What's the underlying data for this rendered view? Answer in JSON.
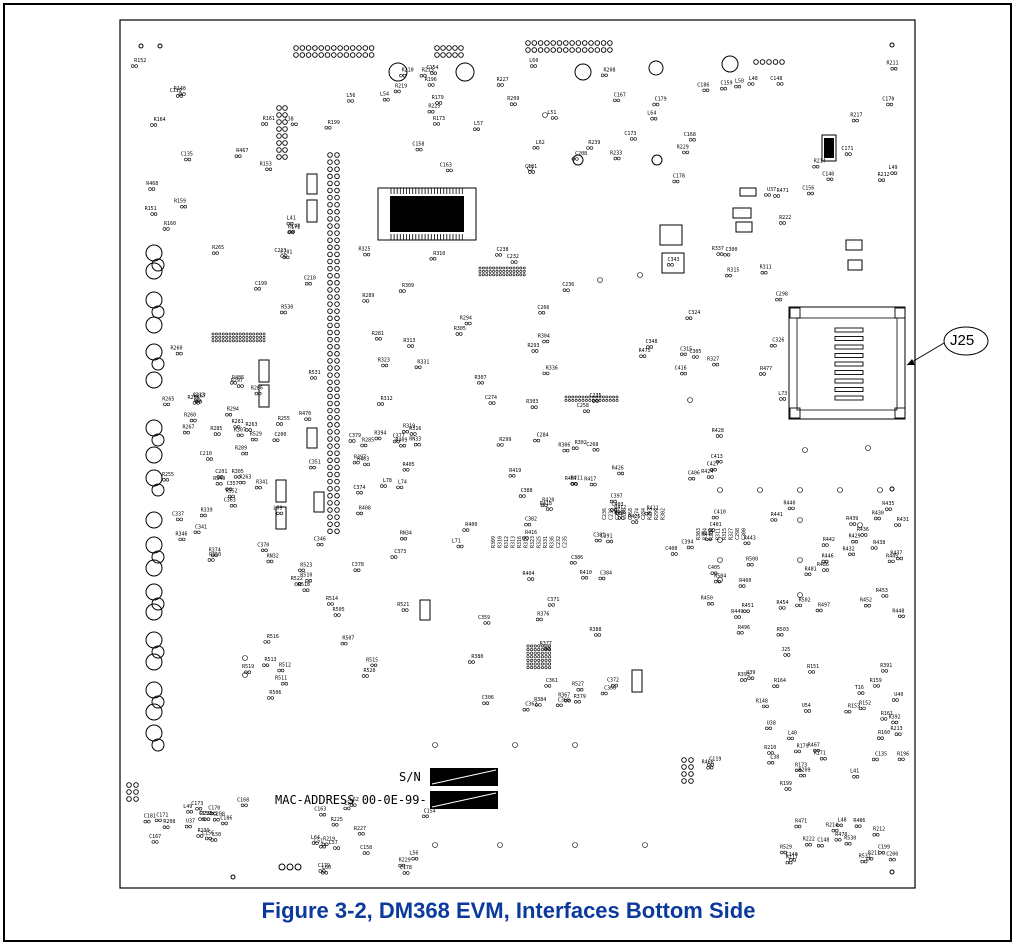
{
  "caption": "Figure 3-2, DM368 EVM, Interfaces Bottom Side",
  "callout": {
    "label": "J25",
    "target_label": "J25"
  },
  "serial_label": "S/N",
  "mac_label": "MAC-ADDRESS 00-0E-99-",
  "colors": {
    "caption": "#0b3a9c",
    "ink": "#000000",
    "background": "#ffffff"
  },
  "silkscreen": [
    "R151",
    "R152",
    "R153",
    "R161",
    "R159",
    "R164",
    "R148",
    "R160",
    "R171",
    "R467",
    "L38",
    "L40",
    "L41",
    "R468",
    "C119",
    "C135",
    "R173",
    "R179",
    "R199",
    "R196",
    "R209",
    "R210",
    "R213",
    "R219",
    "C154",
    "R225",
    "R227",
    "C163",
    "C158",
    "L56",
    "L57",
    "L54",
    "L51",
    "L60",
    "L64",
    "L62",
    "R229",
    "C179",
    "C178",
    "R208",
    "C208",
    "R233",
    "R239",
    "C181",
    "C186",
    "C167",
    "C168",
    "C173",
    "C170",
    "C171",
    "C156",
    "C159",
    "U37",
    "L49",
    "L50",
    "L48",
    "R217",
    "R222",
    "C148",
    "R211",
    "R212",
    "R214",
    "C140",
    "R471",
    "R470",
    "R486",
    "R529",
    "R530",
    "R531",
    "C200",
    "C199",
    "C201",
    "C210",
    "C213",
    "R255",
    "R260",
    "R263",
    "R265",
    "R266",
    "R267",
    "R281",
    "R285",
    "R289",
    "R294",
    "R297",
    "R305",
    "R307",
    "R309",
    "R310",
    "R312",
    "R313",
    "R316",
    "R319",
    "R323",
    "R325",
    "R331",
    "R336",
    "C232",
    "C235",
    "C236",
    "C238",
    "C258",
    "C266",
    "C268",
    "C274",
    "C284",
    "R293",
    "R299",
    "R302",
    "R303",
    "R304",
    "R306",
    "R311",
    "R315",
    "R327",
    "C298",
    "C300",
    "C305",
    "C315",
    "C324",
    "C326",
    "R337",
    "C416",
    "R477",
    "R475",
    "C343",
    "L73",
    "C348",
    "R339",
    "R341",
    "R346",
    "R349",
    "R350",
    "R352",
    "C337",
    "C341",
    "C351",
    "C357",
    "C363",
    "C370",
    "L69",
    "R374",
    "C346",
    "RN32",
    "RN33",
    "RN34",
    "L71",
    "L74",
    "L78",
    "R394",
    "R400",
    "R405",
    "R408",
    "R409",
    "C373",
    "C374",
    "C379",
    "C377",
    "C378",
    "R403",
    "R404",
    "R406",
    "R407",
    "R410",
    "R411",
    "R412",
    "R416",
    "R417",
    "R418",
    "R419",
    "R420",
    "C381",
    "C382",
    "C384",
    "C386",
    "C388",
    "C391",
    "C394",
    "C397",
    "C401",
    "C403",
    "C405",
    "C406",
    "C408",
    "C410",
    "C413",
    "C427",
    "R421",
    "R424",
    "R425",
    "R426",
    "R428",
    "R429",
    "R430",
    "R431",
    "R432",
    "R435",
    "R436",
    "R437",
    "R438",
    "R439",
    "R440",
    "R441",
    "R442",
    "R443",
    "R445",
    "R446",
    "R447",
    "R448",
    "R449",
    "R450",
    "R451",
    "R452",
    "R453",
    "R454",
    "R460",
    "R481",
    "R486",
    "R496",
    "R497",
    "R500",
    "R502",
    "R503",
    "R504",
    "R505",
    "R506",
    "R507",
    "R510",
    "R511",
    "R512",
    "R513",
    "R514",
    "R515",
    "R516",
    "R518",
    "R519",
    "R520",
    "R521",
    "R522",
    "R523",
    "R527",
    "C306",
    "C359",
    "C361",
    "C362",
    "C366",
    "C369",
    "C371",
    "C372",
    "R367",
    "R376",
    "R377",
    "R379",
    "R380",
    "R384",
    "R388",
    "R391",
    "R392",
    "R393",
    "T16",
    "J25",
    "U54",
    "U38",
    "U39",
    "U40"
  ]
}
